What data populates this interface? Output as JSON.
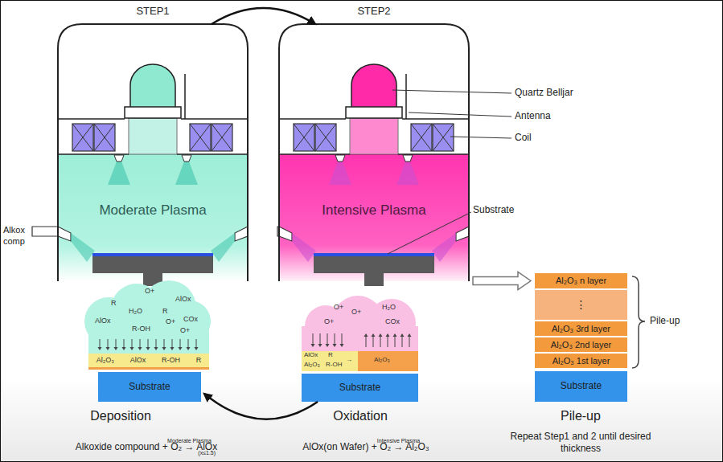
{
  "diagram": {
    "nodes": [
      {
        "text": [
          "STEP1",
          "Moderate Plasma"
        ]
      },
      {
        "text": [
          "STEP2",
          "Intensive Plasma"
        ]
      },
      {
        "text": [
          "R",
          "O+",
          "H₂O",
          "AlOx",
          "R",
          "COx",
          "AlOx",
          "O+",
          "R-OH",
          "O+"
        ]
      },
      {
        "text": [
          "Al₂O₃",
          "AlOx",
          "R-OH",
          "R"
        ]
      },
      {
        "text": [
          "Substrate"
        ]
      },
      {
        "text": [
          "O+",
          "O+",
          "H₂O",
          "O+",
          "COx"
        ]
      },
      {
        "text": [
          "AlOx",
          "Al₂O₃",
          "R",
          "R-OH",
          "→",
          "Al₂O₃"
        ]
      },
      {
        "text": [
          "Substrate"
        ]
      },
      {
        "text": [
          "Al₂O₃ n layer"
        ]
      },
      {
        "text": [
          "⋮"
        ]
      },
      {
        "text": [
          "Al₂O₃ 3rd layer"
        ]
      },
      {
        "text": [
          "Al₂O₃ 2nd layer"
        ]
      },
      {
        "text": [
          "Al₂O₃ 1st layer"
        ]
      },
      {
        "text": [
          "Substrate"
        ]
      }
    ],
    "edges": [
      {
        "from": 0,
        "to": 1,
        "arrow": "to"
      },
      {
        "from": 1,
        "to": 8,
        "arrow": "to"
      },
      {
        "from": 7,
        "to": 4,
        "arrow": "to"
      }
    ],
    "labels": [
      "Quartz Belljar",
      "Antenna",
      "Coil",
      "Substrate",
      "Alkox",
      "comp",
      "Pile-up",
      "Deposition",
      "Moderate Plasma",
      "Alkoxide compound + O₂ → AlOx",
      "(x≤1.5)",
      "Oxidation",
      "Intensive Plasma",
      "AlOx(on Wafer) + O₂ → Al₂O₃",
      "Pile-up",
      "Repeat Step1 and 2 until desired thickness"
    ]
  }
}
